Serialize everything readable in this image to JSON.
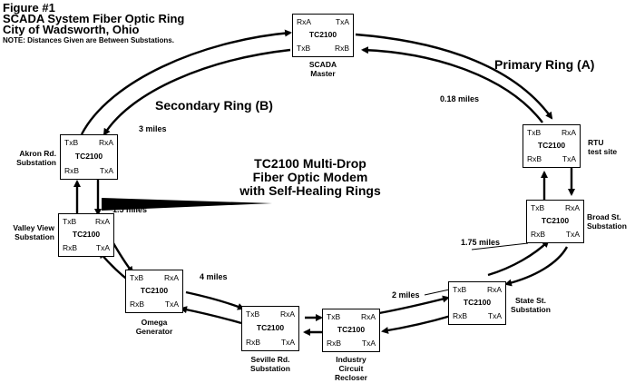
{
  "header": {
    "figure": "Figure #1",
    "title": "SCADA System Fiber Optic Ring",
    "city": "City of Wadsworth, Ohio",
    "note": "NOTE: Distances Given are Between Substations."
  },
  "rings": {
    "primary": "Primary Ring (A)",
    "secondary": "Secondary Ring (B)"
  },
  "modem_title": {
    "line1": "TC2100 Multi-Drop",
    "line2": "Fiber Optic Modem",
    "line3": "with Self-Healing Rings"
  },
  "distances": {
    "d_0_18": "0.18 miles",
    "d_3": "3 miles",
    "d_4": "4 miles",
    "d_2": "2 miles",
    "d_1_75": "1.75 miles",
    "d_partial": "1.5 miles"
  },
  "nodes": [
    {
      "id": "scada",
      "model": "TC2100",
      "tl": "RxA",
      "tr": "TxA",
      "bl": "TxB",
      "br": "RxB",
      "label1": "SCADA",
      "label2": "Master",
      "label3": ""
    },
    {
      "id": "rtu",
      "model": "TC2100",
      "tl": "TxB",
      "tr": "RxA",
      "bl": "RxB",
      "br": "TxA",
      "label1": "RTU",
      "label2": "test site",
      "label3": ""
    },
    {
      "id": "broad",
      "model": "TC2100",
      "tl": "TxB",
      "tr": "RxA",
      "bl": "RxB",
      "br": "TxA",
      "label1": "Broad St.",
      "label2": "Substation",
      "label3": ""
    },
    {
      "id": "state",
      "model": "TC2100",
      "tl": "TxB",
      "tr": "RxA",
      "bl": "RxB",
      "br": "TxA",
      "label1": "State St.",
      "label2": "Substation",
      "label3": ""
    },
    {
      "id": "industry",
      "model": "TC2100",
      "tl": "TxB",
      "tr": "RxA",
      "bl": "RxB",
      "br": "TxA",
      "label1": "Industry",
      "label2": "Circuit",
      "label3": "Recloser"
    },
    {
      "id": "seville",
      "model": "TC2100",
      "tl": "TxB",
      "tr": "RxA",
      "bl": "RxB",
      "br": "TxA",
      "label1": "Seville Rd.",
      "label2": "Substation",
      "label3": ""
    },
    {
      "id": "omega",
      "model": "TC2100",
      "tl": "TxB",
      "tr": "RxA",
      "bl": "RxB",
      "br": "TxA",
      "label1": "Omega",
      "label2": "Generator",
      "label3": ""
    },
    {
      "id": "valley",
      "model": "TC2100",
      "tl": "TxB",
      "tr": "RxA",
      "bl": "RxB",
      "br": "TxA",
      "label1": "Valley View",
      "label2": "Substation",
      "label3": ""
    },
    {
      "id": "akron",
      "model": "TC2100",
      "tl": "TxB",
      "tr": "RxA",
      "bl": "RxB",
      "br": "TxA",
      "label1": "Akron Rd.",
      "label2": "Substation",
      "label3": ""
    }
  ]
}
